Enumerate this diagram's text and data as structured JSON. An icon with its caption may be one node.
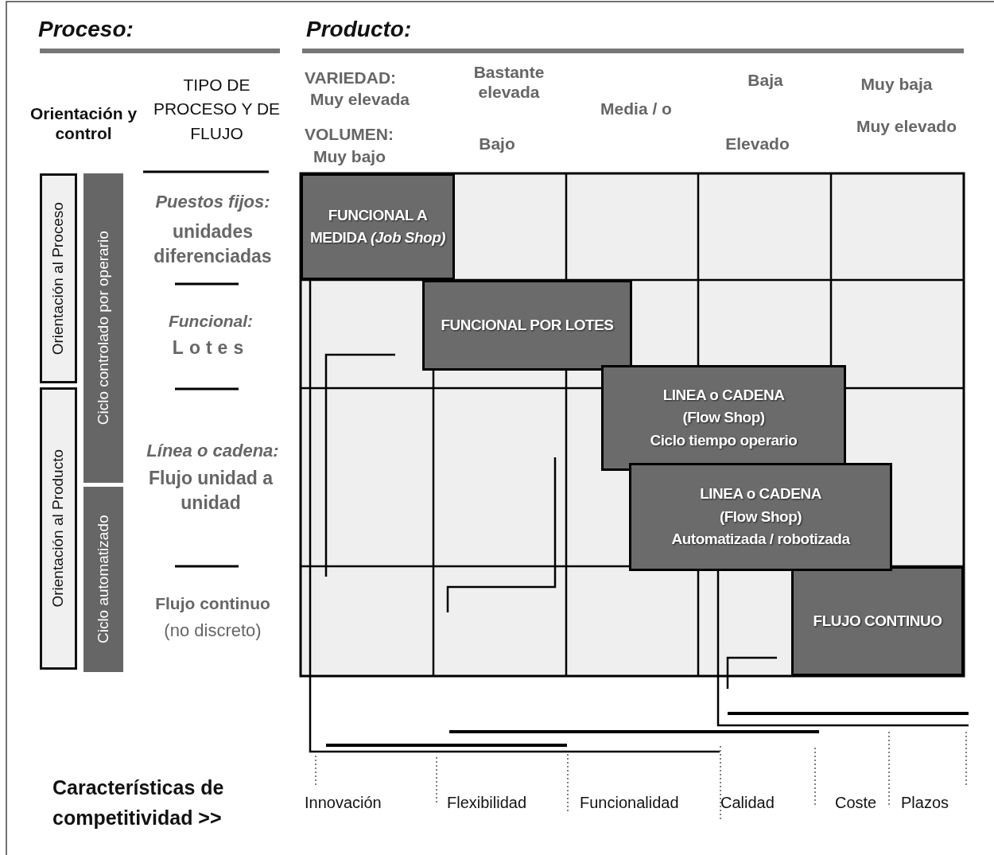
{
  "diagram": {
    "nodes": [
      {
        "text": [
          "Orientación al Proceso"
        ]
      },
      {
        "text": [
          "Orientación al Producto"
        ]
      },
      {
        "text": [
          "Ciclo controlado por operario"
        ]
      },
      {
        "text": [
          "Ciclo automatizado"
        ]
      },
      {
        "text": [
          "FUNCIONAL A MEDIDA *(Job Shop)*"
        ]
      },
      {
        "text": [
          "FUNCIONAL POR LOTES"
        ]
      },
      {
        "text": [
          "LINEA o CADENA",
          "(Flow Shop)",
          "Ciclo tiempo operario"
        ]
      },
      {
        "text": [
          "LINEA o CADENA",
          "(Flow Shop)",
          "Automatizada / robotizada"
        ]
      },
      {
        "text": [
          "FLUJO CONTINUO"
        ]
      }
    ],
    "labels": [
      "Proceso:",
      "Producto:",
      "Orientación y control",
      "TIPO DE PROCESO Y DE FLUJO",
      "VARIEDAD:",
      "Muy elevada",
      "Bastante elevada",
      "Media / o",
      "Baja",
      "Muy baja",
      "VOLUMEN:",
      "Muy bajo",
      "Bajo",
      "Elevado",
      "Muy elevado",
      "Puestos fijos:",
      "unidades diferenciadas",
      "Funcional:",
      "Lotes",
      "Línea o cadena:",
      "Flujo unidad a unidad",
      "Flujo continuo",
      "(no discreto)",
      "Características de competitividad >>",
      "Innovación",
      "Flexibilidad",
      "Funcionalidad",
      "Calidad",
      "Coste",
      "Plazos"
    ]
  }
}
